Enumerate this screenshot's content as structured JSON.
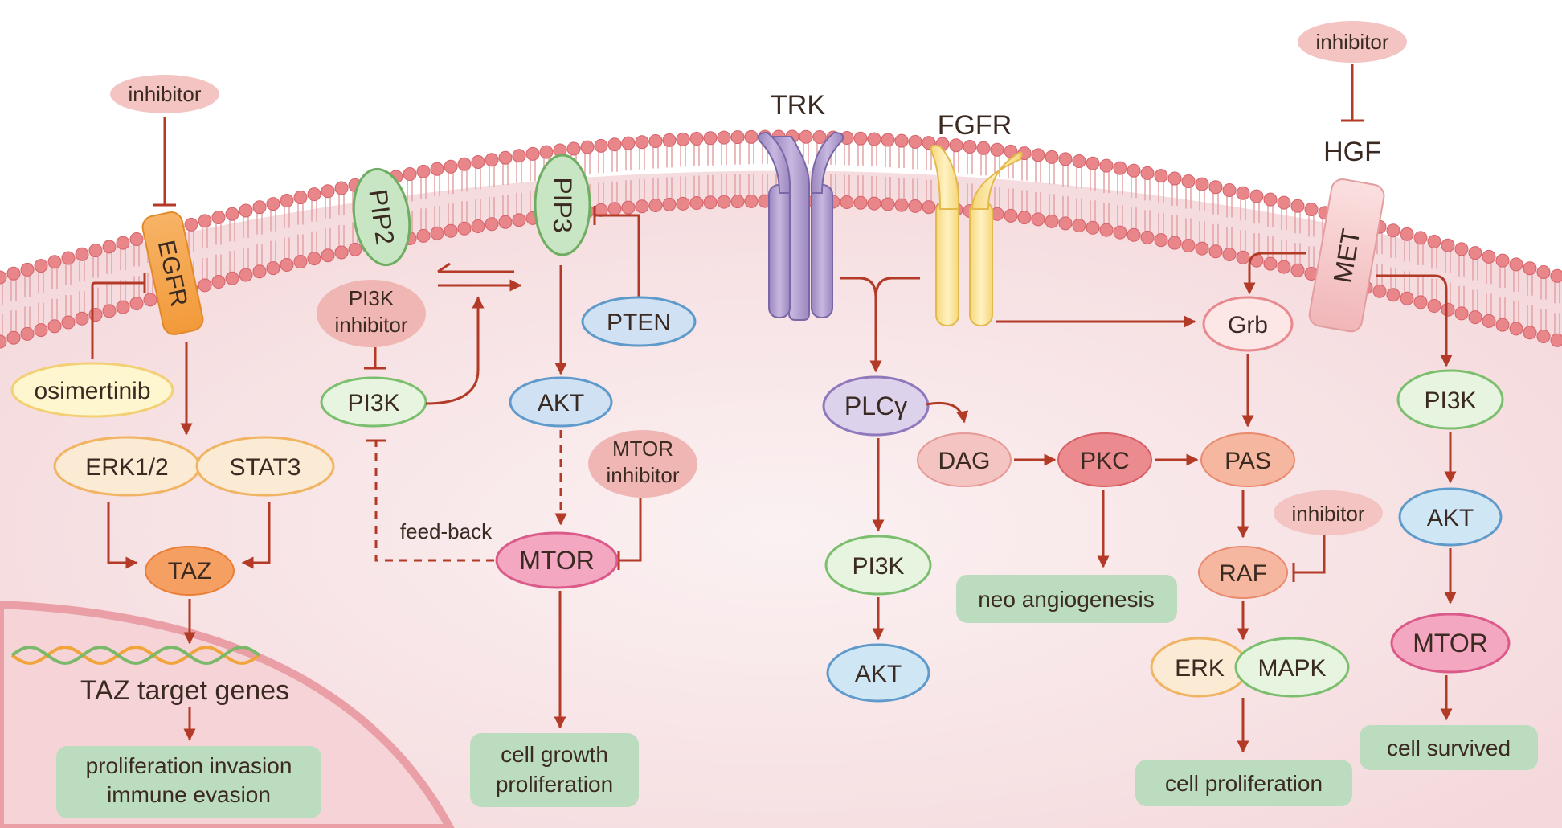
{
  "colors": {
    "arrow": "#b23a26",
    "membrane_head": "#e8868a",
    "cytoplasm": "#f8e4e6",
    "nucleus": "#f5c9ce",
    "outcome_box": "#bcdcbf"
  },
  "labels": {
    "inhibitor_egfr": "inhibitor",
    "egfr": "EGFR",
    "osimertinib": "osimertinib",
    "erk12": "ERK1/2",
    "stat3": "STAT3",
    "taz": "TAZ",
    "taz_target_genes": "TAZ target genes",
    "outcome_taz_1": "proliferation invasion",
    "outcome_taz_2": "immune evasion",
    "pip2": "PIP2",
    "pip3": "PIP3",
    "pi3k_inhibitor_1": "PI3K",
    "pi3k_inhibitor_2": "inhibitor",
    "pi3k_left": "PI3K",
    "pten": "PTEN",
    "akt_left": "AKT",
    "mtor_inhibitor_1": "MTOR",
    "mtor_inhibitor_2": "inhibitor",
    "feedback": "feed-back",
    "mtor_left": "MTOR",
    "outcome_mtor_1": "cell growth",
    "outcome_mtor_2": "proliferation",
    "trk": "TRK",
    "fgfr": "FGFR",
    "plcg": "PLCγ",
    "dag": "DAG",
    "pkc": "PKC",
    "pi3k_mid": "PI3K",
    "akt_mid": "AKT",
    "outcome_neo": "neo angiogenesis",
    "inhibitor_hgf": "inhibitor",
    "hgf": "HGF",
    "met": "MET",
    "grb": "Grb",
    "pas": "PAS",
    "inhibitor_raf": "inhibitor",
    "raf": "RAF",
    "erk": "ERK",
    "mapk": "MAPK",
    "outcome_prolif": "cell proliferation",
    "pi3k_right": "PI3K",
    "akt_right": "AKT",
    "mtor_right": "MTOR",
    "outcome_survived": "cell survived"
  }
}
